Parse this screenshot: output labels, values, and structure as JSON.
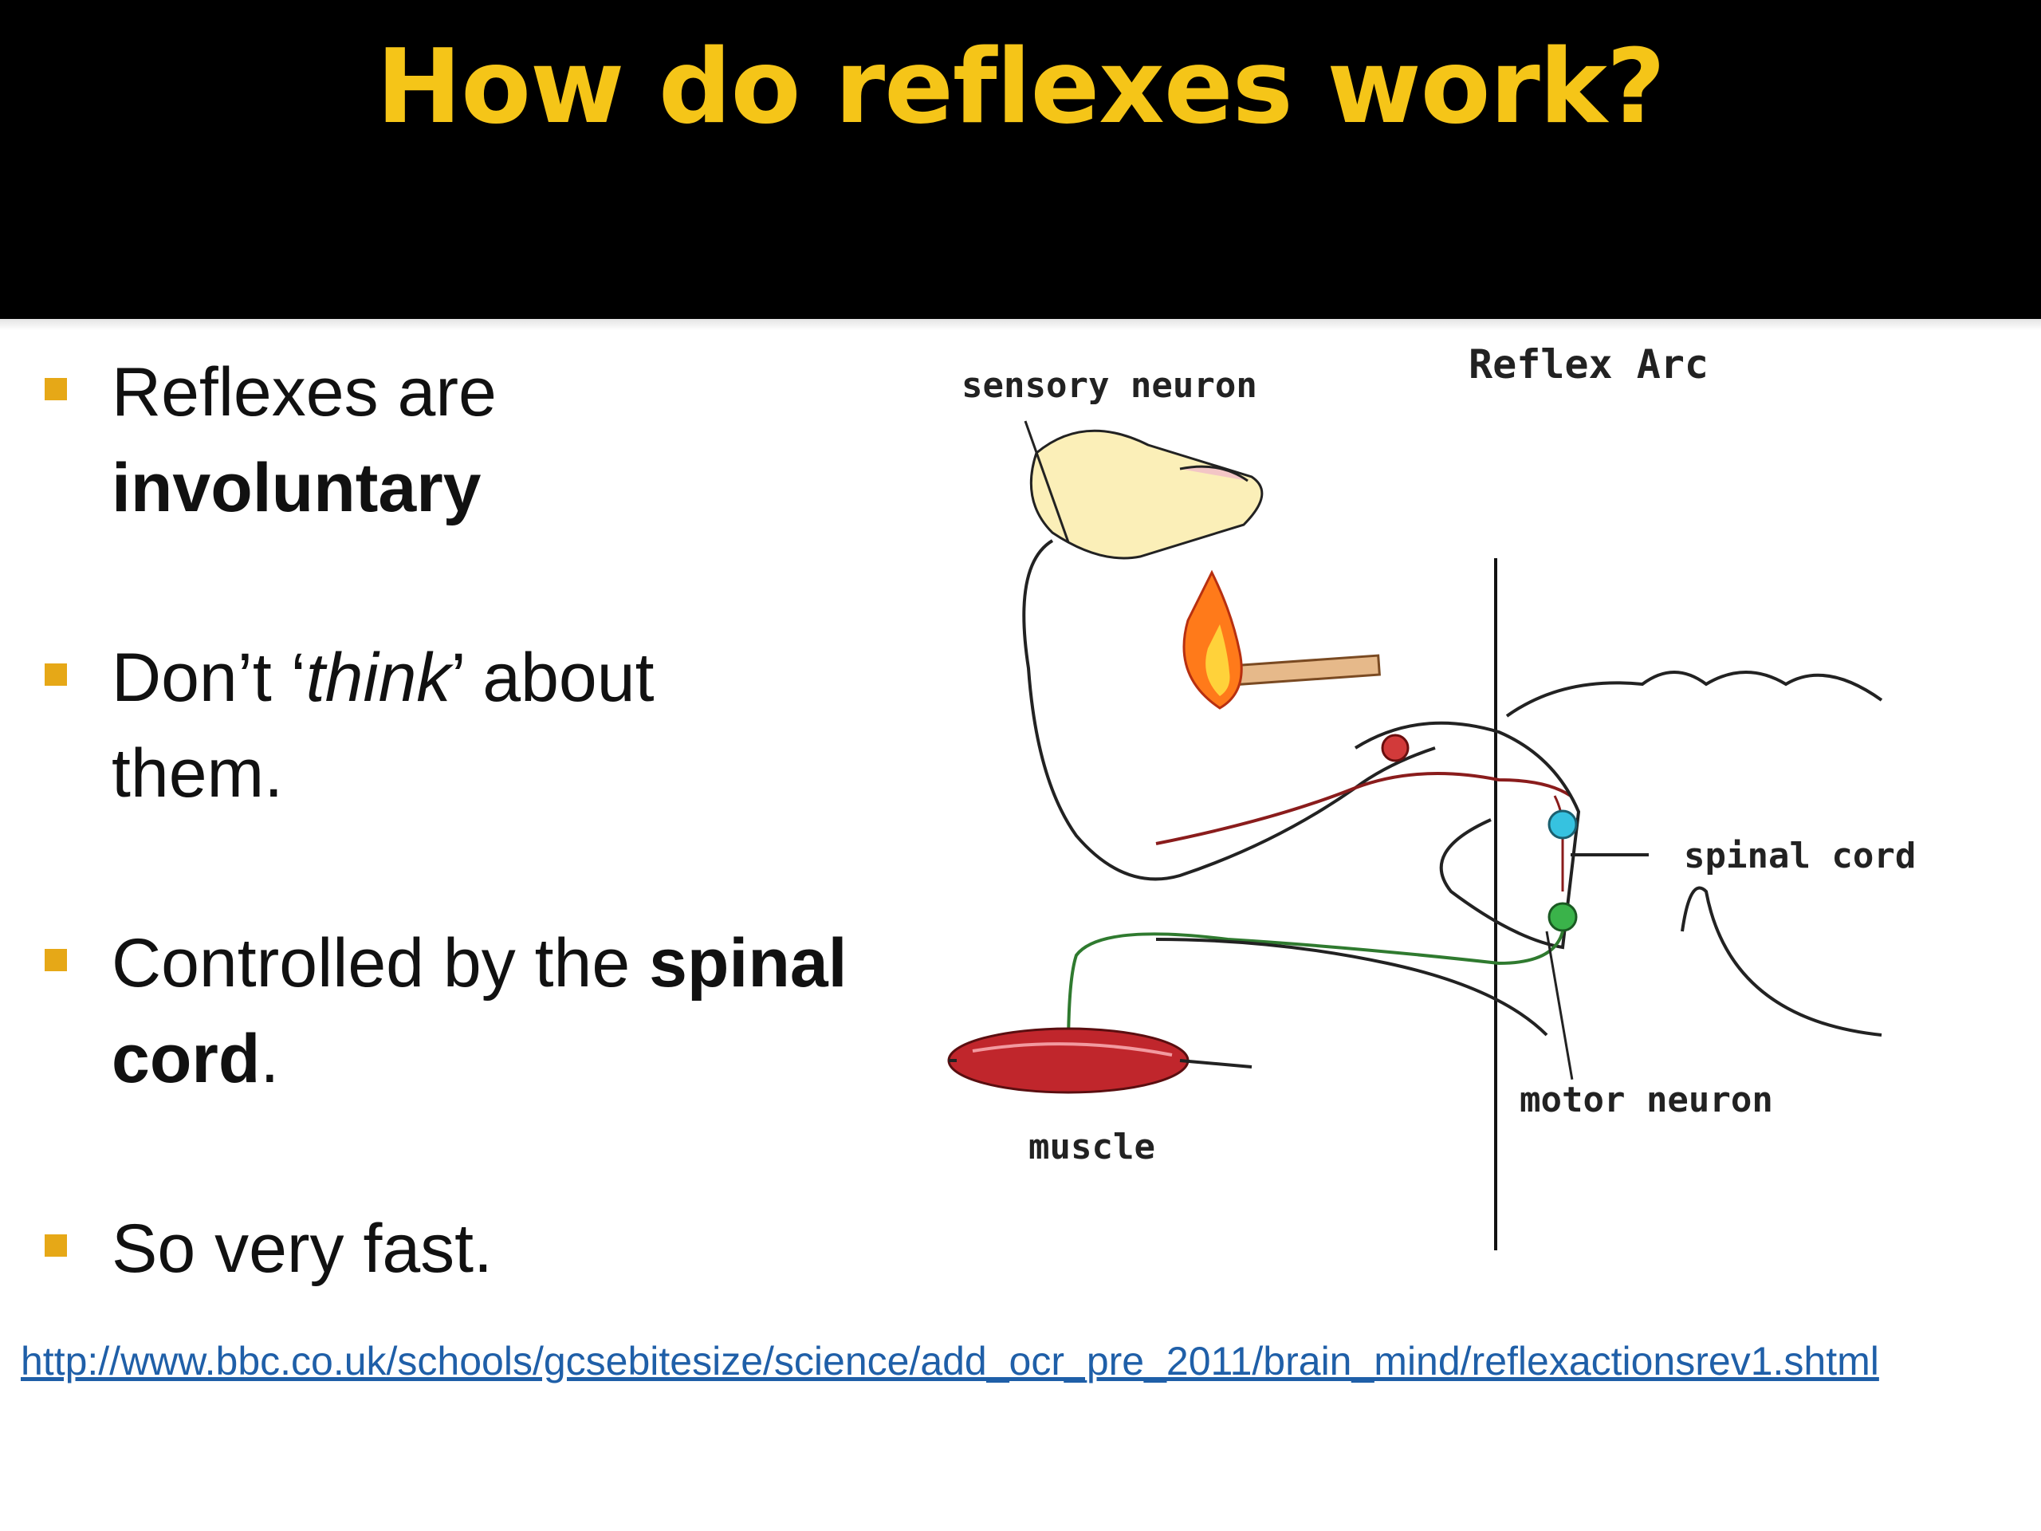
{
  "slide": {
    "title": "How do reflexes work?",
    "bullets": [
      {
        "line1": "Reflexes are",
        "line2_bold": "involuntary"
      },
      {
        "pre": "Don’t ‘",
        "italic": "think",
        "post": "’ about",
        "line2": "them."
      },
      {
        "pre": "Controlled by the ",
        "bold": "spinal",
        "line2_bold": "cord",
        "line2_post": "."
      },
      {
        "line1": "So very fast."
      }
    ],
    "source_link": "http://www.bbc.co.uk/schools/gcsebitesize/science/add_ocr_pre_2011/brain_mind/reflexactionsrev1.shtml"
  },
  "diagram": {
    "title": "Reflex Arc",
    "labels": {
      "sensory": "sensory neuron",
      "spinal": "spinal cord",
      "motor": "motor neuron",
      "muscle": "muscle"
    }
  },
  "colors": {
    "header_bg": "#000000",
    "title": "#f5c518",
    "bullet_marker": "#e6a817",
    "link": "#1f5fa8",
    "sensory_path": "#8a1c1c",
    "motor_path": "#2f7a2f",
    "muscle": "#c0262c"
  }
}
